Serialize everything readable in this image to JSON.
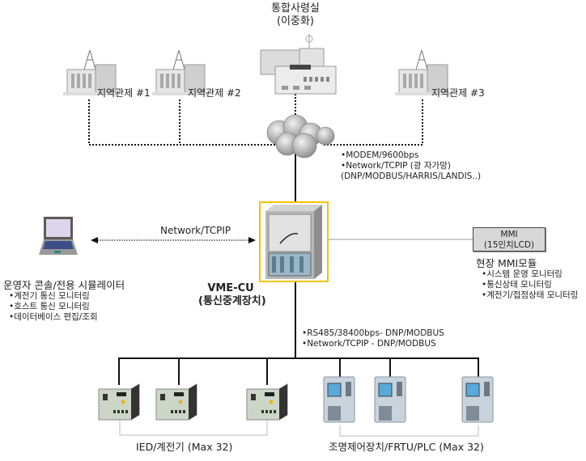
{
  "hq": {
    "title": "통합사령실",
    "subtitle": "(이중화)"
  },
  "regional": [
    {
      "label": "지역관제 #1"
    },
    {
      "label": "지역관제 #2"
    },
    {
      "label": "지역관제 #3"
    }
  ],
  "wan_notes": [
    "•MODEM/9600bps",
    "•Network/TCPIP (광 자가망)",
    "(DNP/MODBUS/HARRIS/LANDIS..)"
  ],
  "console_link": {
    "label": "Network/TCPIP"
  },
  "console": {
    "title": "운영자 콘솔/전용 시뮬레이터",
    "items": [
      "•계전기 통신 모니터링",
      "•호스트 통신 모니터링",
      "•데이터베이스 편집/조회"
    ]
  },
  "vme": {
    "title": "VME-CU",
    "subtitle": "(통신중계장치)",
    "highlight_color": "#f2c300"
  },
  "mmi": {
    "box_line1": "MMI",
    "box_line2": "(15인치LCD)",
    "title": "현장 MMI모듈",
    "items": [
      "•시스템 운영 모니터링",
      "•통신상태 모니터링",
      "•계전기/접점상태 모니터링"
    ]
  },
  "field_notes": [
    "•RS485/38400bps- DNP/MODBUS",
    "•Network/TCPIP - DNP/MODBUS"
  ],
  "groups": {
    "ied": {
      "label": "IED/계전기 (Max 32)",
      "count_shown": 3
    },
    "ctrl": {
      "label": "조명제어장치/FRTU/PLC (Max 32)",
      "count_shown": 3
    }
  }
}
